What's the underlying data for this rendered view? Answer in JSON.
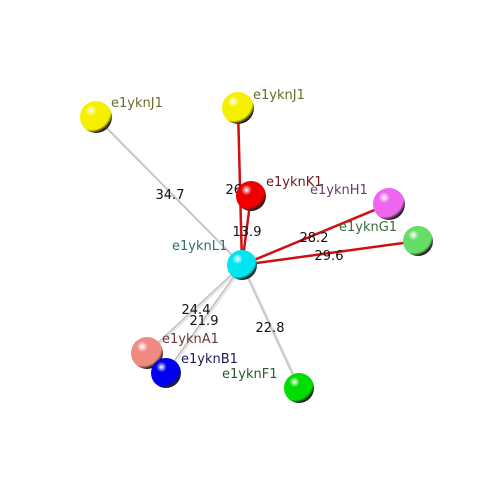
{
  "center": {
    "label": "e1yknL1",
    "color": "#00e5f0",
    "labelColor": "#2f6f6f"
  },
  "nodes": [
    {
      "id": "J1a",
      "label": "e1yknJ1",
      "color": "#f5f000",
      "labelColor": "#6b6b2a",
      "distance": "34.7",
      "edgeColor": "#bdbdbd"
    },
    {
      "id": "J1b",
      "label": "e1yknJ1",
      "color": "#f5f000",
      "labelColor": "#6b6b2a",
      "distance": "",
      "edgeColor": "#d01010"
    },
    {
      "id": "K1",
      "label": "e1yknK1",
      "color": "#ee0000",
      "labelColor": "#6b1a1a",
      "distance": "26.9",
      "edgeColor": "#d01010"
    },
    {
      "id": "H1",
      "label": "e1yknH1",
      "color": "#ee66ee",
      "labelColor": "#6b3a6b",
      "distance": "28.2",
      "edgeColor": "#d01010"
    },
    {
      "id": "G1",
      "label": "e1yknG1",
      "color": "#66dd66",
      "labelColor": "#3a6b3a",
      "distance": "29.6",
      "edgeColor": "#d01010"
    },
    {
      "id": "A1",
      "label": "e1yknA1",
      "color": "#f08a80",
      "labelColor": "#6b3a3a",
      "distance": "24.4",
      "edgeColor": "#c8c8c8"
    },
    {
      "id": "B1",
      "label": "e1yknB1",
      "color": "#0000ee",
      "labelColor": "#1a1a5a",
      "distance": "21.9",
      "edgeColor": "#c8c8c8"
    },
    {
      "id": "F1",
      "label": "e1yknF1",
      "color": "#00dd00",
      "labelColor": "#2a5a2a",
      "distance": "22.8",
      "edgeColor": "#c8c8c8"
    }
  ],
  "extraLabels": [
    {
      "text": "13.9"
    }
  ]
}
